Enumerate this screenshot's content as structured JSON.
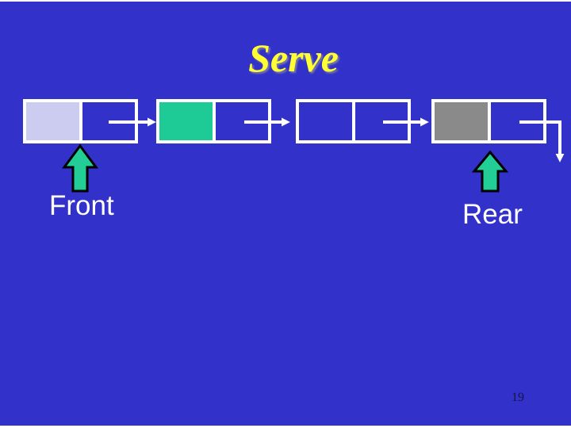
{
  "slide": {
    "title": "Serve",
    "page_number": "19"
  },
  "labels": {
    "front": "Front",
    "rear": "Rear"
  },
  "colors": {
    "background": "#3231c9",
    "edge_strip": "#ffffff",
    "node_border": "#ffffff",
    "connector": "#ffffff",
    "title_text": "#ffff33",
    "title_shadow": "#8080a0",
    "label_text": "#ffffff",
    "pointer_arrow_fill": "#23cd96",
    "pointer_arrow_outline": "#000000",
    "page_number_text": "#15154a"
  },
  "nodes": [
    {
      "id": "node-1",
      "data_cell_color": "#ccccf0",
      "pointer": "next"
    },
    {
      "id": "node-2",
      "data_cell_color": "#1ecb96",
      "pointer": "next"
    },
    {
      "id": "node-3",
      "data_cell_color": "transparent",
      "pointer": "next"
    },
    {
      "id": "node-4",
      "data_cell_color": "#8a8a8a",
      "pointer": "null"
    }
  ]
}
